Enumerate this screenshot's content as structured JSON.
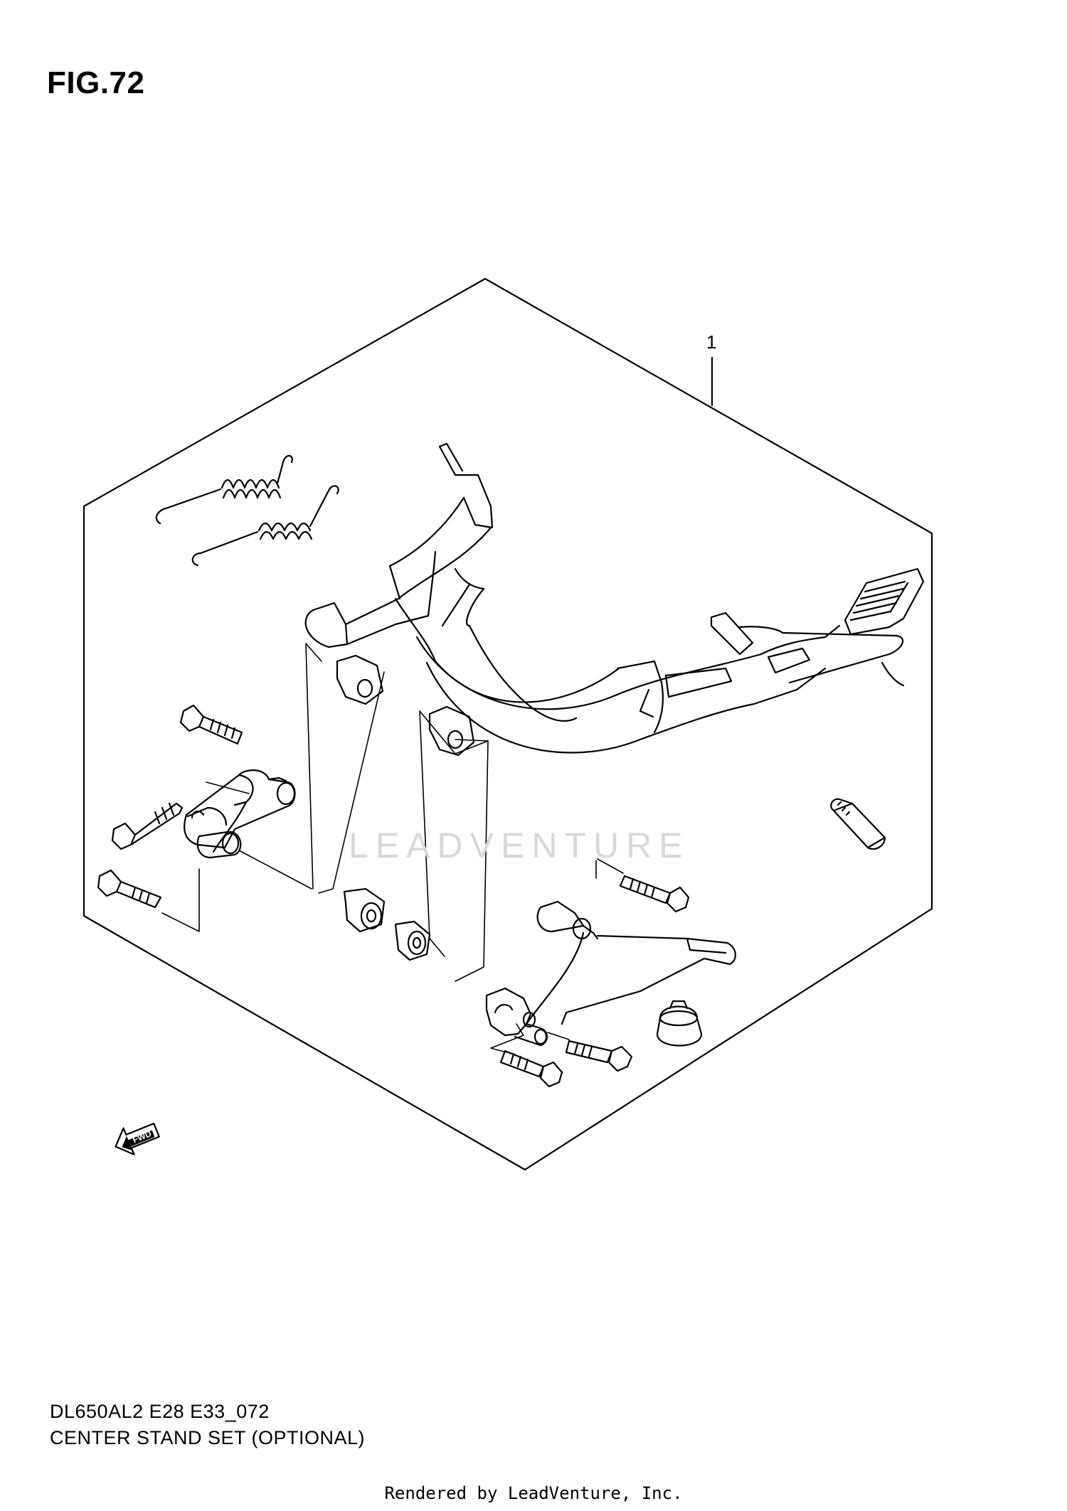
{
  "figure": {
    "title": "FIG.72"
  },
  "callouts": [
    {
      "ref": "1"
    }
  ],
  "watermark": {
    "text": "LEADVENTURE"
  },
  "fwd_marker": {
    "label": "FWD",
    "icon": "fwd-arrow-icon"
  },
  "footer": {
    "model_code": "DL650AL2 E28 E33_072",
    "caption": "CENTER STAND SET (OPTIONAL)",
    "rendered_by": "Rendered by LeadVenture, Inc."
  }
}
